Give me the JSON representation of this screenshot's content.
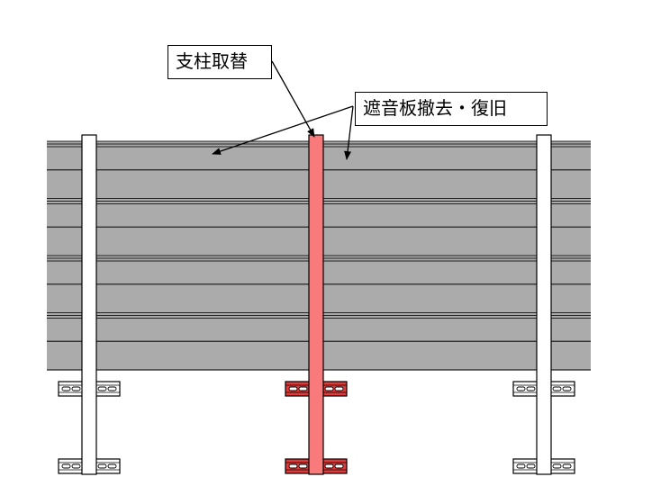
{
  "labels": {
    "post_replacement": "支柱取替",
    "panel_removal_restore": "遮音板撤去・復旧"
  },
  "colors": {
    "panel_fill": "#ababab",
    "panel_line": "#222222",
    "post_normal": "#ffffff",
    "post_replaced": "#f97a7a",
    "bracket_replaced": "#e03a3a",
    "outline": "#000000"
  },
  "diagram": {
    "panel_rows": 8,
    "posts": [
      {
        "id": "post-left",
        "state": "normal"
      },
      {
        "id": "post-center",
        "state": "replaced"
      },
      {
        "id": "post-right",
        "state": "normal"
      }
    ]
  }
}
